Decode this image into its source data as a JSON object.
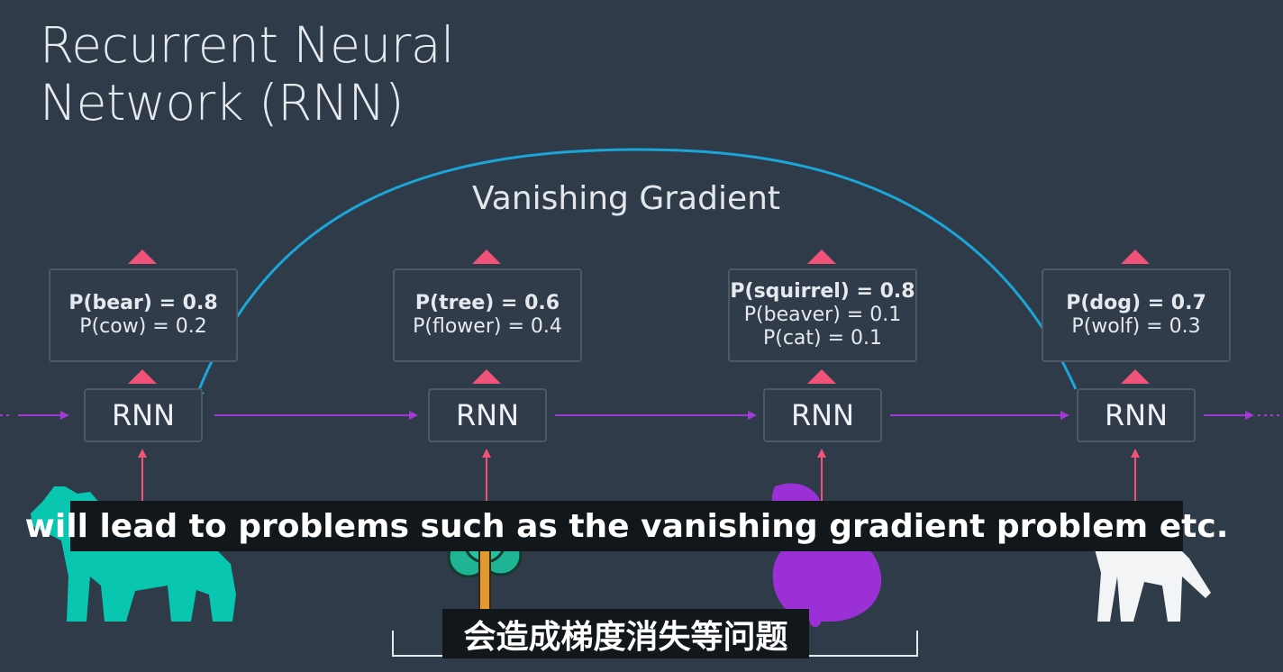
{
  "slide": {
    "title_line1": "Recurrent Neural",
    "title_line2": "Network (RNN)",
    "vanishing_label": "Vanishing Gradient"
  },
  "nodes": [
    {
      "rnn_label": "RNN",
      "prob_lines": [
        "P(bear) = 0.8",
        "P(cow) = 0.2"
      ],
      "animal_icon": "bear-icon",
      "animal_color": "#08c6b0"
    },
    {
      "rnn_label": "RNN",
      "prob_lines": [
        "P(tree) = 0.6",
        "P(flower) = 0.4"
      ],
      "animal_icon": "tree-icon",
      "animal_color": "#1fb594"
    },
    {
      "rnn_label": "RNN",
      "prob_lines": [
        "P(squirrel) = 0.8",
        "P(beaver) = 0.1",
        "P(cat) = 0.1"
      ],
      "animal_icon": "squirrel-icon",
      "animal_color": "#9b30d6"
    },
    {
      "rnn_label": "RNN",
      "prob_lines": [
        "P(dog) = 0.7",
        "P(wolf) = 0.3"
      ],
      "animal_icon": "wolf-icon",
      "animal_color": "#f2f4f6"
    }
  ],
  "captions": {
    "english": "will lead to problems such as the vanishing gradient problem etc.",
    "chinese": "会造成梯度消失等问题"
  },
  "colors": {
    "background": "#2f3b49",
    "arrow_purple": "#a03ad6",
    "arrow_pink": "#f0527a",
    "arc_blue": "#1aa6d8"
  }
}
